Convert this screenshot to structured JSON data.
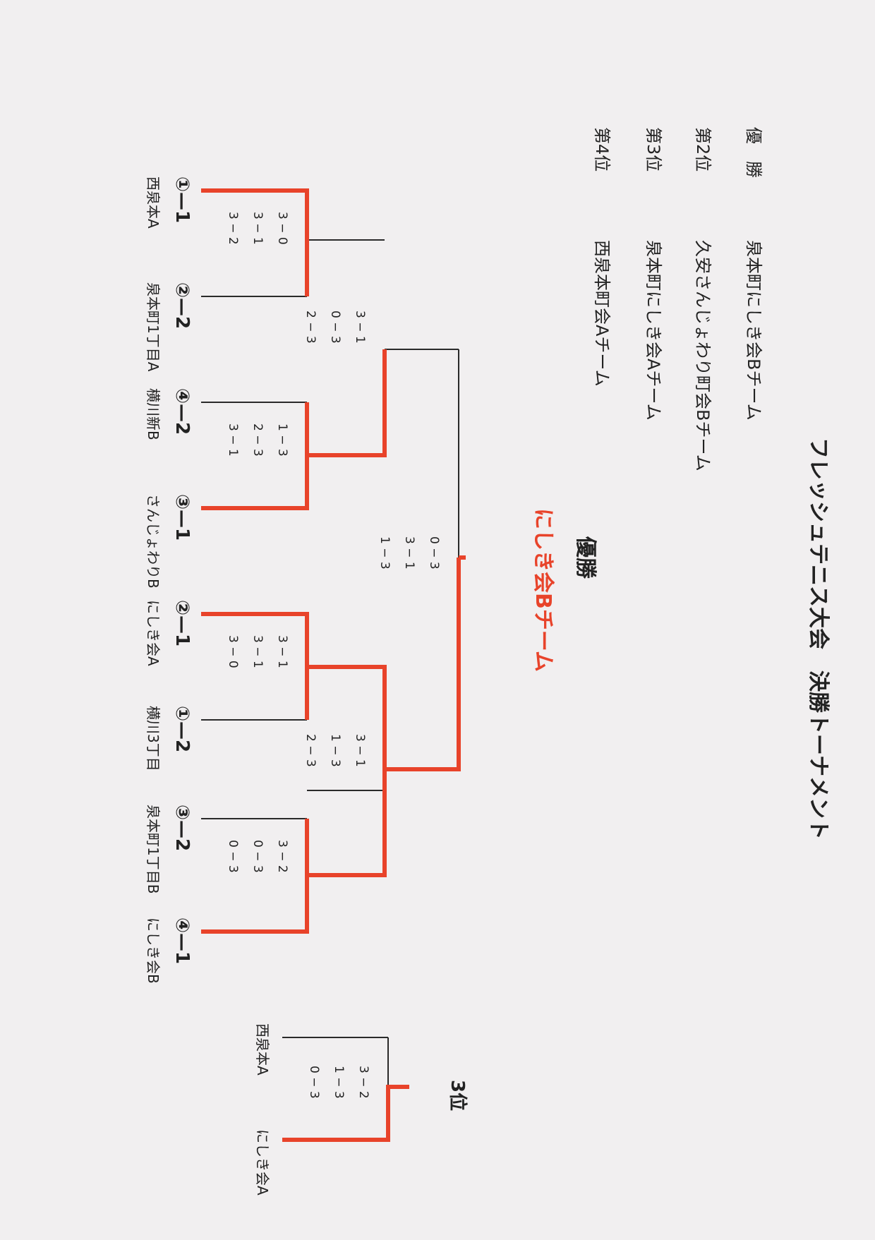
{
  "title": "フレッシュテニス大会　決勝トーナメント",
  "standings": [
    {
      "place": "優　勝",
      "team": "泉本町にしき会Bチーム"
    },
    {
      "place": "第2位",
      "team": "久安さんじょわり町会Bチーム"
    },
    {
      "place": "第3位",
      "team": "泉本町にしき会Aチーム"
    },
    {
      "place": "第4位",
      "team": "西泉本町会Aチーム"
    }
  ],
  "champion": {
    "heading": "優勝",
    "name": "にしき会Bチーム"
  },
  "teams": {
    "t1": {
      "seed": "①—1",
      "name": "西泉本A"
    },
    "t2": {
      "seed": "②—2",
      "name": "泉本町1丁目A"
    },
    "t3": {
      "seed": "④—2",
      "name": "横川新B"
    },
    "t4": {
      "seed": "③—1",
      "name": "さんじょわりB"
    },
    "t5": {
      "seed": "②—1",
      "name": "にしき会A"
    },
    "t6": {
      "seed": "①—2",
      "name": "横川3丁目"
    },
    "t7": {
      "seed": "③—2",
      "name": "泉本町1丁目B"
    },
    "t8": {
      "seed": "④—1",
      "name": "にしき会B"
    }
  },
  "scores": {
    "r1a": [
      "3 − 0",
      "3 − 1",
      "3 − 2"
    ],
    "r1b": [
      "1 − 3",
      "2 − 3",
      "3 − 1"
    ],
    "r1c": [
      "3 − 1",
      "3 − 1",
      "3 − 0"
    ],
    "r1d": [
      "3 − 2",
      "0 − 3",
      "0 − 3"
    ],
    "sfA": [
      "3 − 1",
      "0 − 3",
      "2 − 3"
    ],
    "sfB": [
      "3 − 1",
      "1 − 3",
      "2 − 3"
    ],
    "final": [
      "0 − 3",
      "3 − 1",
      "1 − 3"
    ],
    "third": [
      "3 − 2",
      "1 − 3",
      "0 − 3"
    ]
  },
  "third_place": {
    "heading": "3位",
    "team_a": "西泉本A",
    "team_b": "にしき会A"
  },
  "colors": {
    "winner_line": "#e8432a",
    "line": "#2a2a2a",
    "paper": "#f1eff0"
  }
}
